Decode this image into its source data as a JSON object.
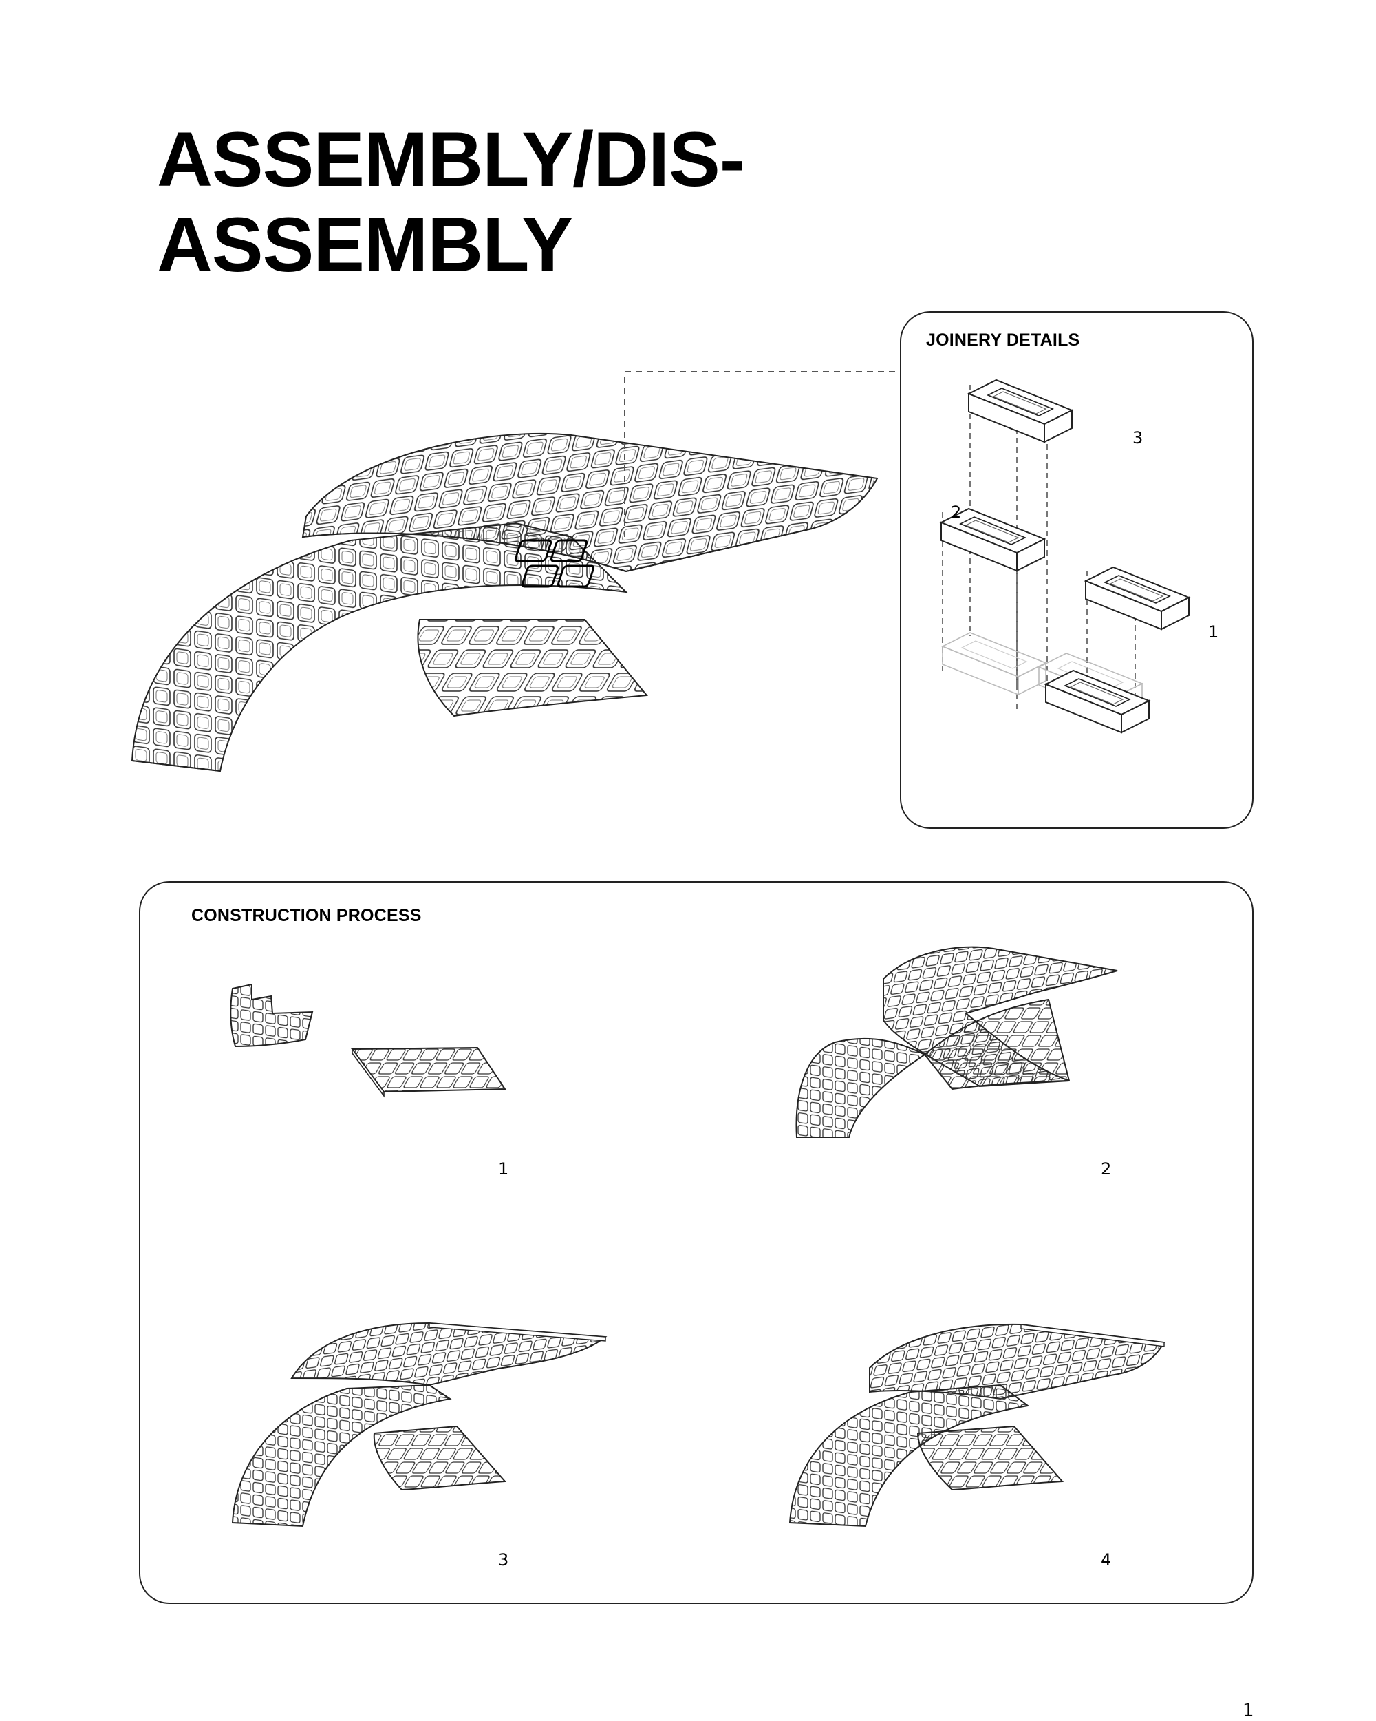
{
  "title": {
    "line1": "ASSEMBLY/DIS-",
    "line2": "ASSEMBLY"
  },
  "joinery": {
    "label": "JOINERY DETAILS",
    "pieces": [
      "1",
      "2",
      "3"
    ]
  },
  "construction": {
    "label": "CONSTRUCTION PROCESS",
    "steps": [
      "1",
      "2",
      "3",
      "4"
    ]
  },
  "page_number": "1",
  "colors": {
    "ink": "#222222",
    "faded": "#bbbbbb",
    "background": "#ffffff"
  }
}
